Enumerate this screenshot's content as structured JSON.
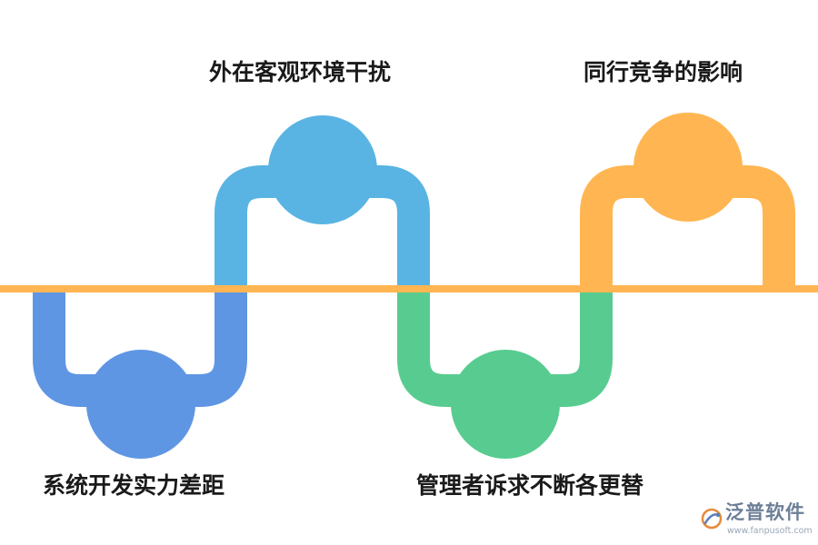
{
  "diagram": {
    "items": [
      {
        "label": "系统开发实力差距",
        "color": "#5f96e4"
      },
      {
        "label": "外在客观环境干扰",
        "color": "#59b4e3"
      },
      {
        "label": "管理者诉求不断各更替",
        "color": "#58cc90"
      },
      {
        "label": "同行竞争的影响",
        "color": "#ffb652"
      }
    ],
    "axis_color": "#ffb652"
  },
  "watermark": {
    "name": "泛普软件",
    "url": "www.fanpusoft.com"
  }
}
